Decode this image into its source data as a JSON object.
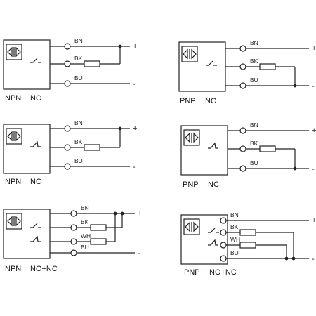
{
  "wires": {
    "brown": "BN",
    "black": "BK",
    "white": "WH",
    "blue": "BU"
  },
  "symbols": {
    "plus": "+",
    "minus": "-"
  },
  "icons": {
    "sensor": "sensor-icon",
    "switch": "switch-contact-icon",
    "load": "load-resistor-icon"
  },
  "diagrams": [
    {
      "id": "npn-no",
      "type": "NPN",
      "output": "NO",
      "wires": [
        "BN",
        "BK",
        "BU"
      ]
    },
    {
      "id": "pnp-no",
      "type": "PNP",
      "output": "NO",
      "wires": [
        "BN",
        "BK",
        "BU"
      ]
    },
    {
      "id": "npn-nc",
      "type": "NPN",
      "output": "NC",
      "wires": [
        "BN",
        "BK",
        "BU"
      ]
    },
    {
      "id": "pnp-nc",
      "type": "PNP",
      "output": "NC",
      "wires": [
        "BN",
        "BK",
        "BU"
      ]
    },
    {
      "id": "npn-nonc",
      "type": "NPN",
      "output": "NO+NC",
      "wires": [
        "BN",
        "BK",
        "WH",
        "BU"
      ]
    },
    {
      "id": "pnp-nonc",
      "type": "PNP",
      "output": "NO+NC",
      "wires": [
        "BN",
        "BK",
        "WH",
        "BU"
      ]
    }
  ]
}
